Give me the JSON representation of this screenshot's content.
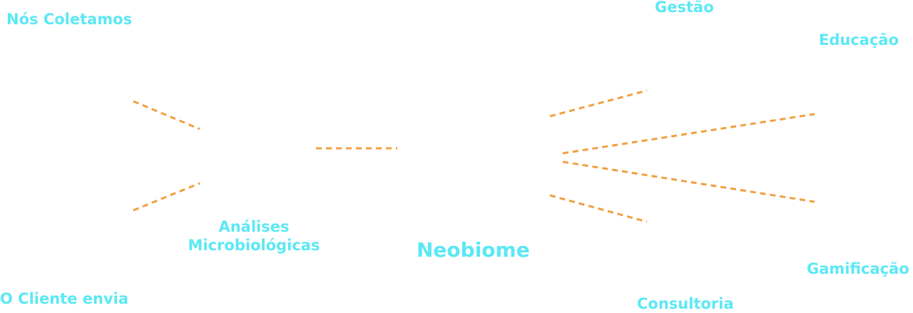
{
  "colors": {
    "label": "#5ce8f4",
    "connector": "#f0a040",
    "background": "#ffffff"
  },
  "nodes": {
    "nos_coletamos": "Nós Coletamos",
    "cliente_envia": "O Cliente envia",
    "analises_line1": "Análises",
    "analises_line2": "Microbiológicas",
    "neobiome": "Neobiome",
    "gestao": "Gestão",
    "educacao": "Educação",
    "gamificacao": "Gamificação",
    "consultoria": "Consultoria"
  }
}
